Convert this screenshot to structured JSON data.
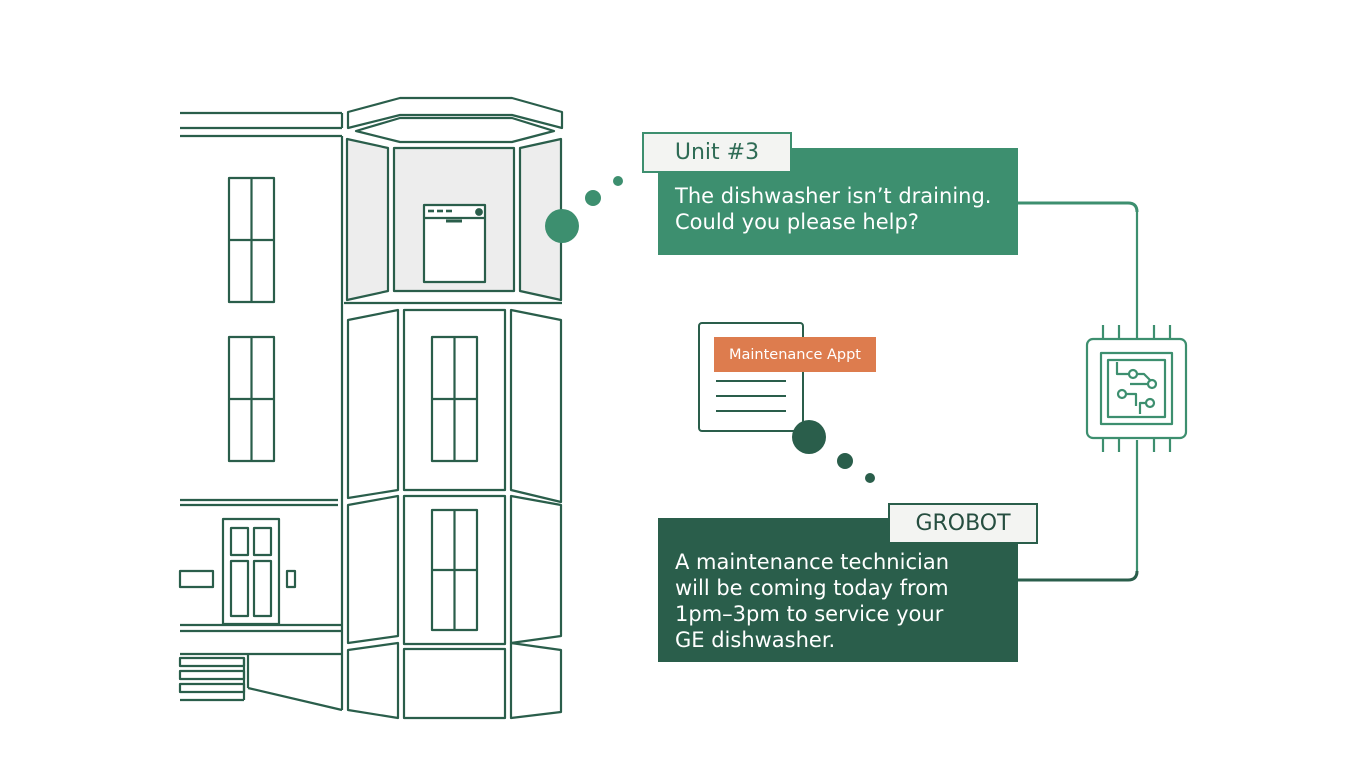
{
  "colors": {
    "line": "#2a5e4b",
    "accent": "#3d8f6f",
    "dark": "#2a5e4b",
    "orange": "#dd7c4e",
    "window_fill": "#ededed"
  },
  "icons": [
    "dishwasher-icon",
    "document-icon",
    "chip-icon"
  ],
  "tenant_message": {
    "sender": "Unit #3",
    "lines": [
      "The dishwasher isn’t draining.",
      "Could you please help?"
    ]
  },
  "bot_message": {
    "sender": "GROBOT",
    "lines": [
      "A maintenance technician",
      "will be coming today from",
      "1pm–3pm to service your",
      "GE dishwasher."
    ]
  },
  "document": {
    "label": "Maintenance Appt"
  }
}
